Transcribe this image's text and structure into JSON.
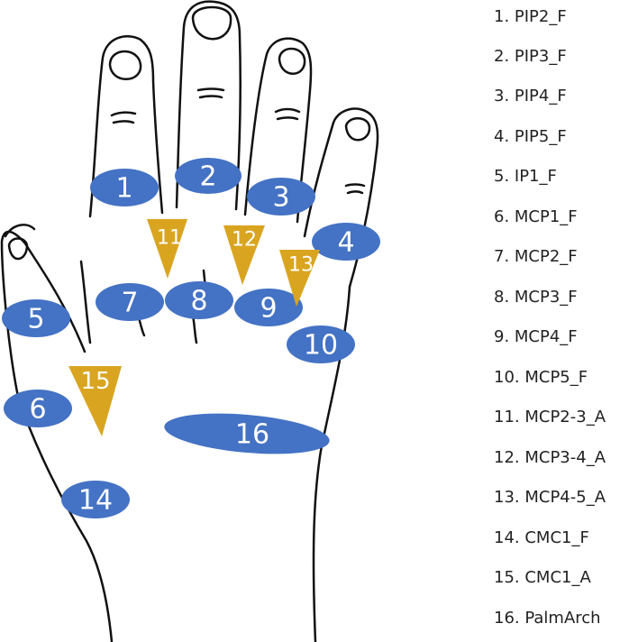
{
  "colors": {
    "flexor_marker": "#4472C4",
    "abductor_marker": "#D9A520",
    "outline": "#111111",
    "label_text": "#ffffff",
    "legend_text": "#222222"
  },
  "markers": [
    {
      "id": "1",
      "shape": "ellipse"
    },
    {
      "id": "2",
      "shape": "ellipse"
    },
    {
      "id": "3",
      "shape": "ellipse"
    },
    {
      "id": "4",
      "shape": "ellipse"
    },
    {
      "id": "5",
      "shape": "ellipse"
    },
    {
      "id": "6",
      "shape": "ellipse"
    },
    {
      "id": "7",
      "shape": "ellipse"
    },
    {
      "id": "8",
      "shape": "ellipse"
    },
    {
      "id": "9",
      "shape": "ellipse"
    },
    {
      "id": "10",
      "shape": "ellipse"
    },
    {
      "id": "11",
      "shape": "triangle"
    },
    {
      "id": "12",
      "shape": "triangle"
    },
    {
      "id": "13",
      "shape": "triangle"
    },
    {
      "id": "14",
      "shape": "ellipse"
    },
    {
      "id": "15",
      "shape": "triangle"
    },
    {
      "id": "16",
      "shape": "ellipse"
    }
  ],
  "legend": [
    "1. PIP2_F",
    "2. PIP3_F",
    "3. PIP4_F",
    "4. PIP5_F",
    "5. IP1_F",
    "6. MCP1_F",
    "7. MCP2_F",
    "8. MCP3_F",
    "9. MCP4_F",
    "10. MCP5_F",
    "11. MCP2-3_A",
    "12. MCP3-4_A",
    "13. MCP4-5_A",
    "14. CMC1_F",
    "15. CMC1_A",
    "16. PalmArch"
  ]
}
